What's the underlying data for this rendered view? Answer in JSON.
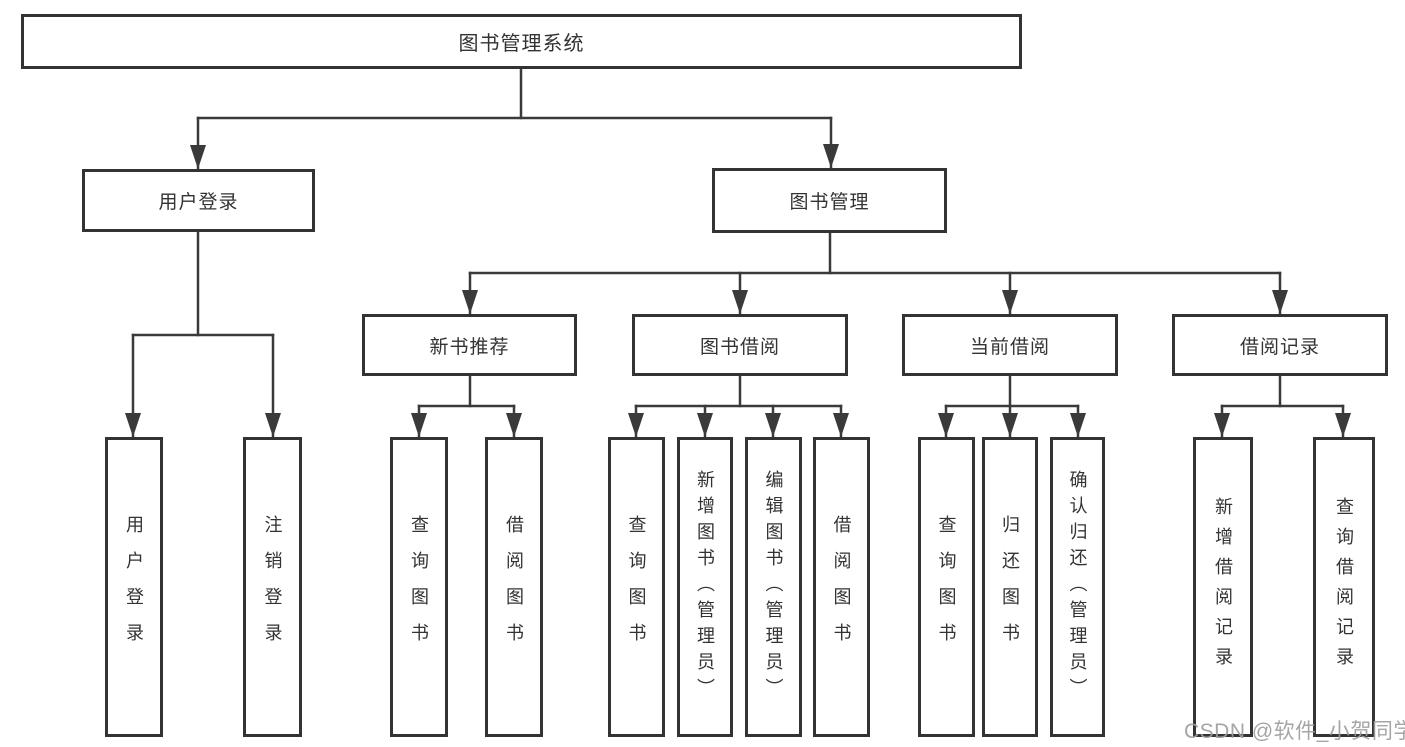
{
  "diagram_type": "hierarchy-tree",
  "colors": {
    "background": "#ffffff",
    "box_border": "#333333",
    "connector_line": "#3a3a3a",
    "text": "#333333",
    "watermark_text": "#9e9e9e"
  },
  "watermark": {
    "text": "CSDN @软件_小贺同学"
  },
  "tree": {
    "root": {
      "label": "图书管理系统",
      "children": [
        {
          "label": "用户登录",
          "children": [
            {
              "label": "用户登录"
            },
            {
              "label": "注销登录"
            }
          ]
        },
        {
          "label": "图书管理",
          "children": [
            {
              "label": "新书推荐",
              "children": [
                {
                  "label": "查询图书"
                },
                {
                  "label": "借阅图书"
                }
              ]
            },
            {
              "label": "图书借阅",
              "children": [
                {
                  "label": "查询图书"
                },
                {
                  "label": "新增图书（管理员）"
                },
                {
                  "label": "编辑图书（管理员）"
                },
                {
                  "label": "借阅图书"
                }
              ]
            },
            {
              "label": "当前借阅",
              "children": [
                {
                  "label": "查询图书"
                },
                {
                  "label": "归还图书"
                },
                {
                  "label": "确认归还（管理员）"
                }
              ]
            },
            {
              "label": "借阅记录",
              "children": [
                {
                  "label": "新增借阅记录"
                },
                {
                  "label": "查询借阅记录"
                }
              ]
            }
          ]
        }
      ]
    }
  }
}
